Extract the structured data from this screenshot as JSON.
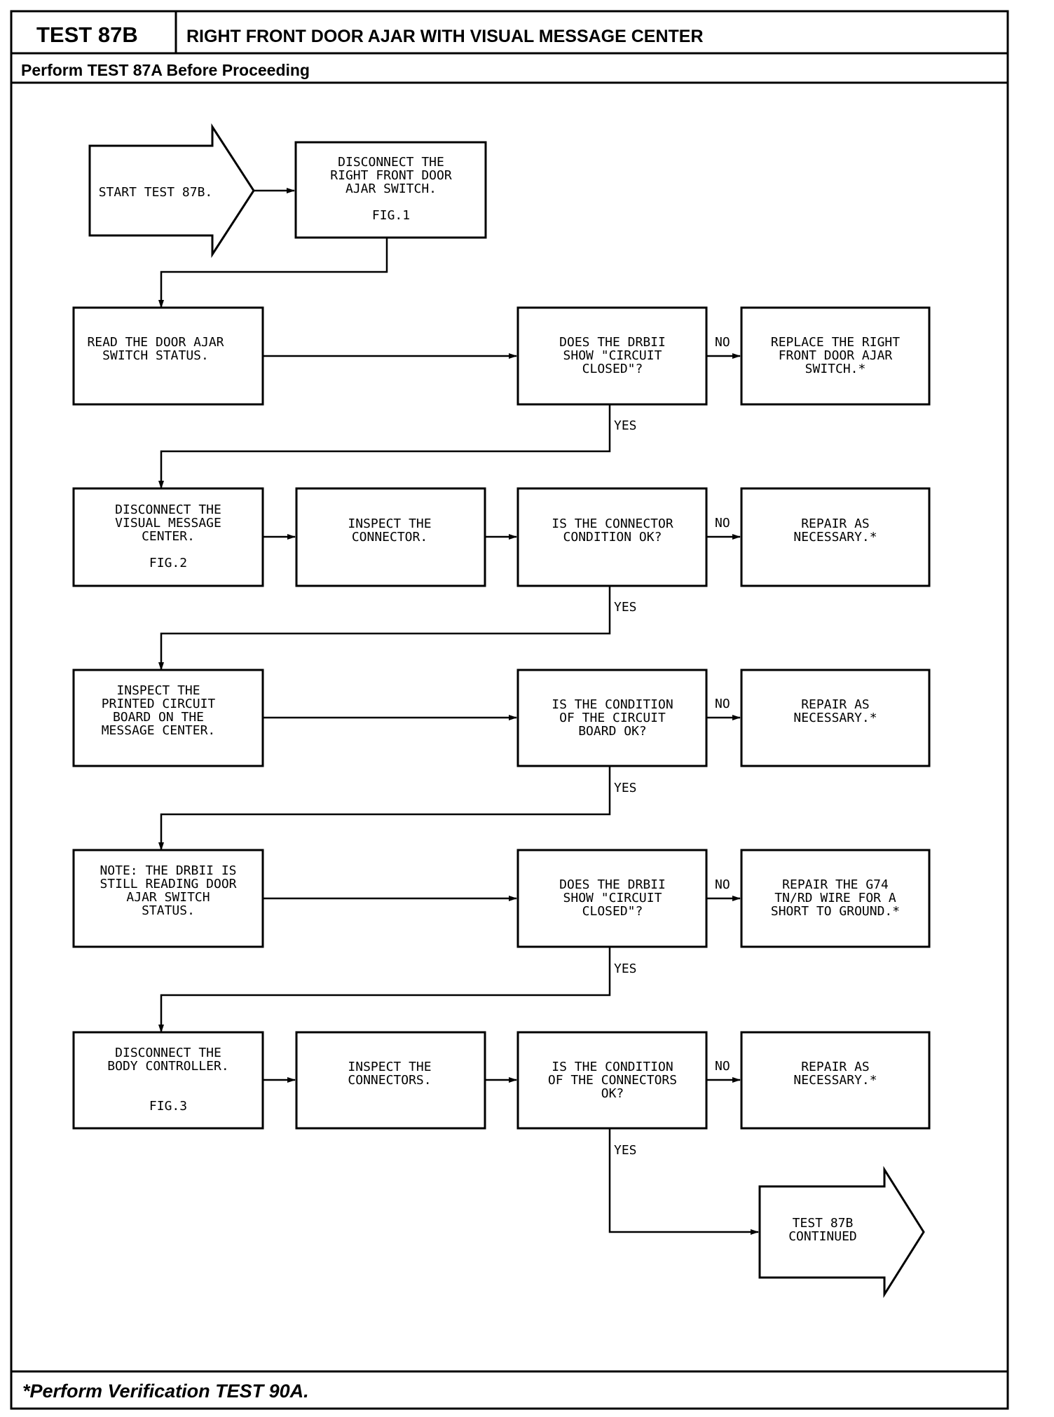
{
  "header": {
    "test_id": "TEST 87B",
    "title": "RIGHT FRONT DOOR AJAR WITH VISUAL MESSAGE CENTER",
    "subtitle": "Perform TEST 87A Before Proceeding"
  },
  "footer": {
    "note": "*Perform Verification TEST 90A."
  },
  "flow": {
    "start": [
      "START TEST 87B."
    ],
    "disconnect_switch": [
      "DISCONNECT THE",
      "RIGHT FRONT DOOR",
      "AJAR SWITCH.",
      "",
      "FIG.1"
    ],
    "read_status": [
      "READ THE DOOR AJAR",
      "SWITCH STATUS."
    ],
    "q_circuit_closed_1": [
      "DOES THE DRBII",
      "SHOW \"CIRCUIT",
      "CLOSED\"?"
    ],
    "replace_switch": [
      "REPLACE THE RIGHT",
      "FRONT DOOR AJAR",
      "SWITCH.*"
    ],
    "disconnect_vmc": [
      "DISCONNECT THE",
      "VISUAL MESSAGE",
      "CENTER.",
      "",
      "FIG.2"
    ],
    "inspect_connector": [
      "INSPECT THE",
      "CONNECTOR."
    ],
    "q_connector_ok": [
      "IS THE CONNECTOR",
      "CONDITION OK?"
    ],
    "repair_1": [
      "REPAIR AS",
      "NECESSARY.*"
    ],
    "inspect_pcb": [
      "INSPECT THE",
      "PRINTED CIRCUIT",
      "BOARD ON THE",
      "MESSAGE CENTER."
    ],
    "q_board_ok": [
      "IS THE CONDITION",
      "OF THE CIRCUIT",
      "BOARD OK?"
    ],
    "repair_2": [
      "REPAIR AS",
      "NECESSARY.*"
    ],
    "note_still_reading": [
      "NOTE: THE DRBII IS",
      "STILL READING DOOR",
      "AJAR SWITCH",
      "STATUS."
    ],
    "q_circuit_closed_2": [
      "DOES THE DRBII",
      "SHOW \"CIRCUIT",
      "CLOSED\"?"
    ],
    "repair_wire": [
      "REPAIR THE G74",
      "TN/RD WIRE FOR A",
      "SHORT TO GROUND.*"
    ],
    "disconnect_body": [
      "DISCONNECT THE",
      "BODY CONTROLLER.",
      "",
      "",
      "FIG.3"
    ],
    "inspect_connectors": [
      "INSPECT THE",
      "CONNECTORS."
    ],
    "q_connectors_ok": [
      "IS THE CONDITION",
      "OF THE CONNECTORS",
      "OK?"
    ],
    "repair_3": [
      "REPAIR AS",
      "NECESSARY.*"
    ],
    "continued": [
      "TEST 87B",
      "CONTINUED"
    ]
  },
  "labels": {
    "yes": "YES",
    "no": "NO"
  }
}
